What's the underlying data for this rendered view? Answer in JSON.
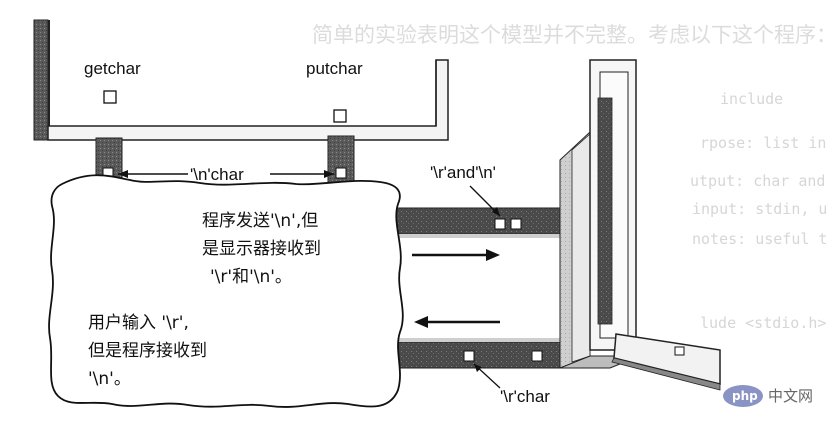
{
  "background_text": {
    "line1": "简单的实验表明这个模型并不完整。考虑以下这个程序：",
    "line2": "include",
    "line3": "rpose: list individually all the chars seen on input",
    "line4": "utput: char and ascii code, one pair per line",
    "line5": "input: stdin, until end of file",
    "line6": "notes: useful to show that buffering, editing, etc.",
    "line7": "lude <stdio.h>"
  },
  "labels": {
    "getchar": "getchar",
    "putchar": "putchar",
    "newline_char": "'\\n'char",
    "r_and_n": "'\\r'and'\\n'",
    "r_char": "'\\r'char",
    "program_note": [
      "程序发送'\\n',但",
      "是显示器接收到",
      "'\\r'和'\\n'。"
    ],
    "user_note": [
      "用户输入 '\\r',",
      "但是程序接收到",
      "'\\n'。"
    ]
  },
  "watermark": {
    "badge": "php",
    "text": "中文网"
  }
}
